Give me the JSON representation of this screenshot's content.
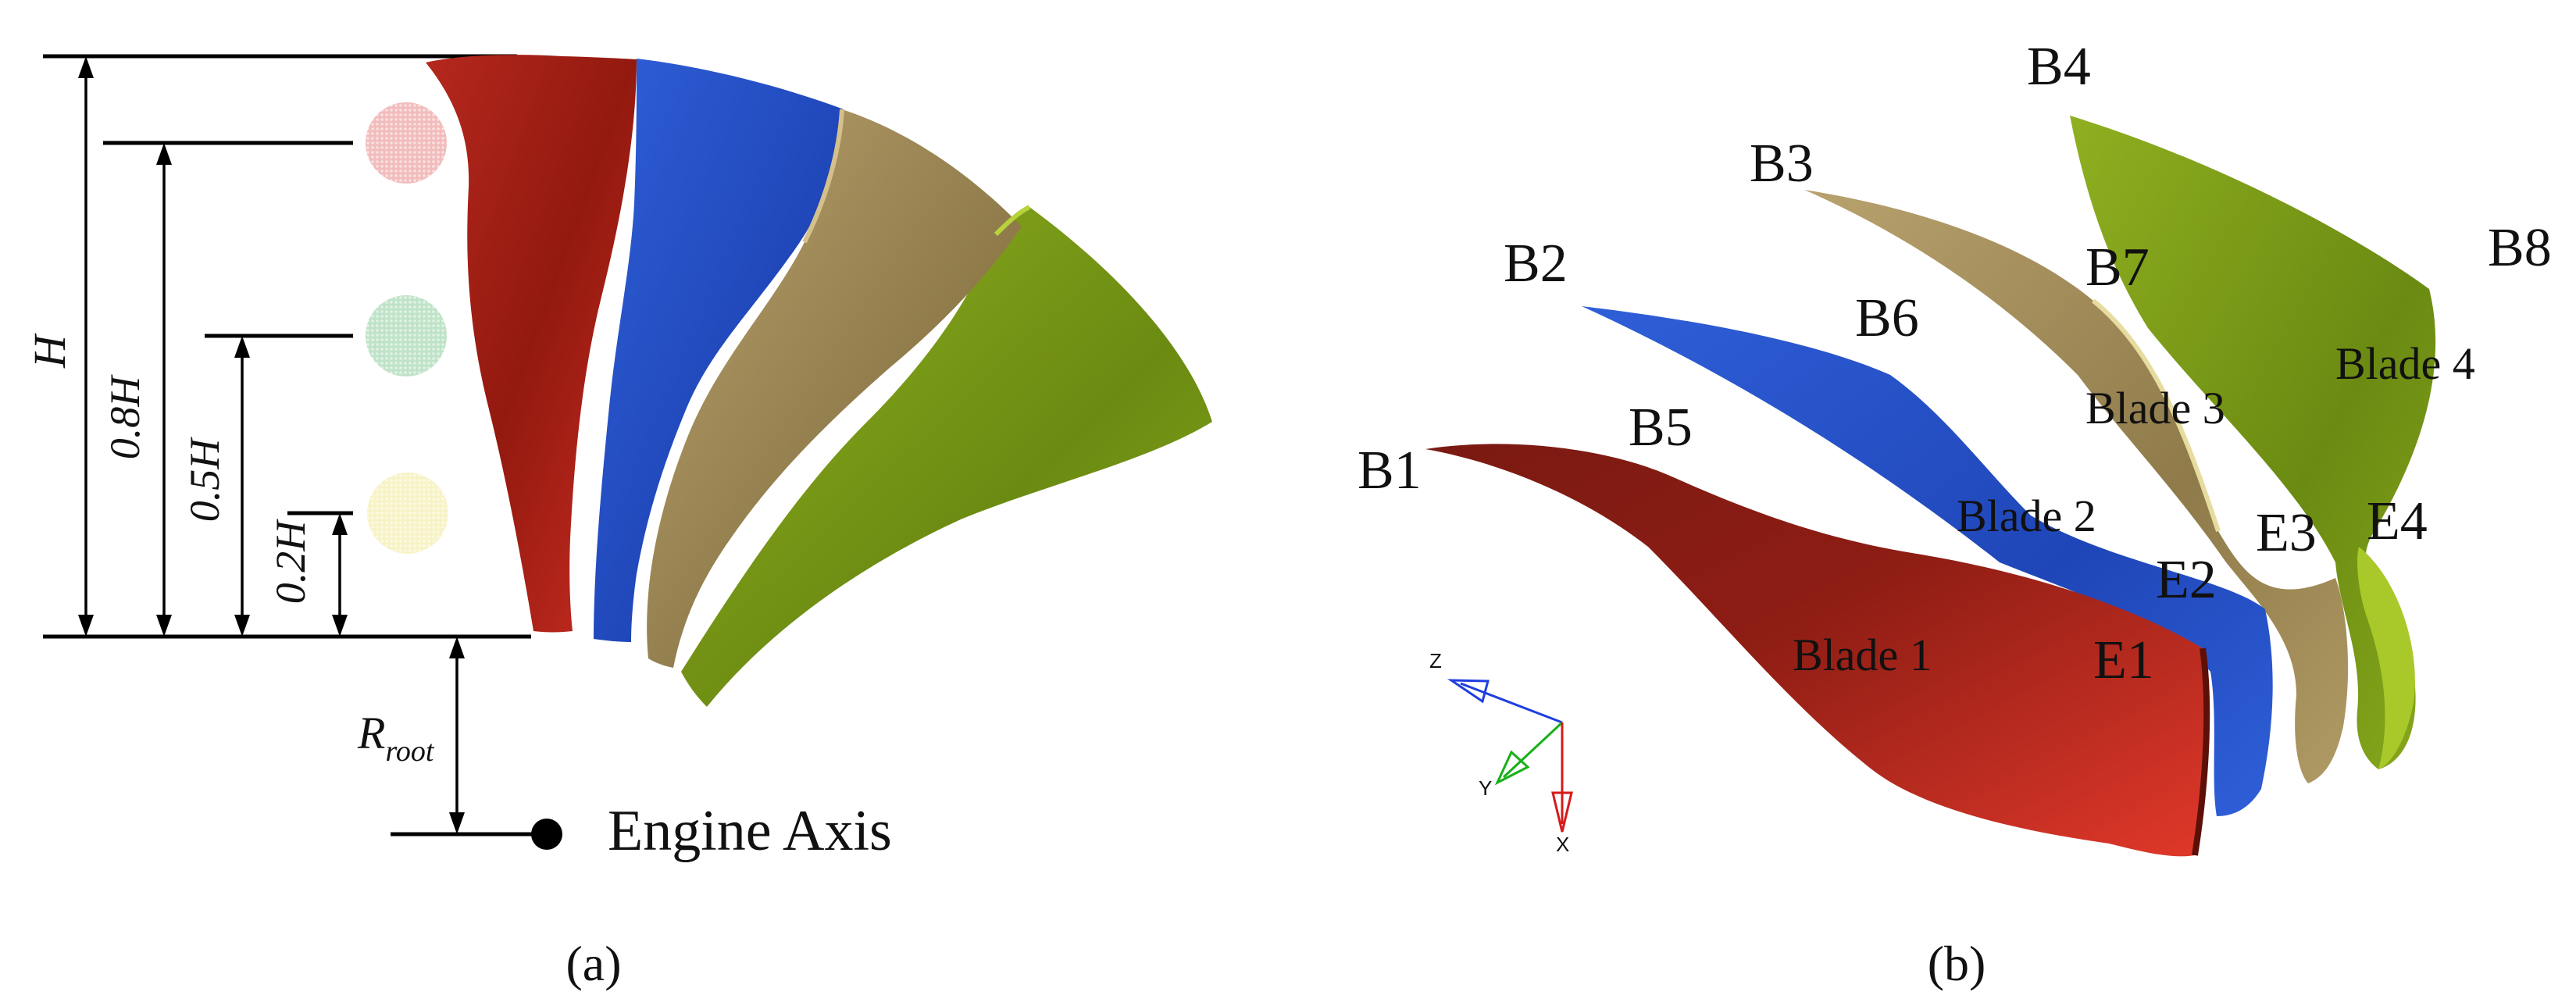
{
  "panel_a": {
    "caption": "(a)",
    "height_label": "H",
    "span_labels": [
      "0.8H",
      "0.5H",
      "0.2H"
    ],
    "root_radius": {
      "main": "R",
      "subscript": "root"
    },
    "axis_label": "Engine Axis",
    "blade_colors": [
      "#a5231b",
      "#2752c8",
      "#a38e5c",
      "#7b9a17"
    ],
    "marker_colors": [
      "#f2bcbc",
      "#bfe3c8",
      "#f7f3c6"
    ]
  },
  "panel_b": {
    "caption": "(b)",
    "points": [
      "B1",
      "B2",
      "B3",
      "B4",
      "B5",
      "B6",
      "B7",
      "B8",
      "E1",
      "E2",
      "E3",
      "E4"
    ],
    "blade_labels": [
      "Blade 1",
      "Blade 2",
      "Blade 3",
      "Blade 4"
    ],
    "triad": {
      "z": "Z",
      "y": "Y",
      "x": "X"
    },
    "triad_colors": {
      "z": "#1f3fe0",
      "y": "#18b018",
      "x": "#d61a1a"
    }
  }
}
